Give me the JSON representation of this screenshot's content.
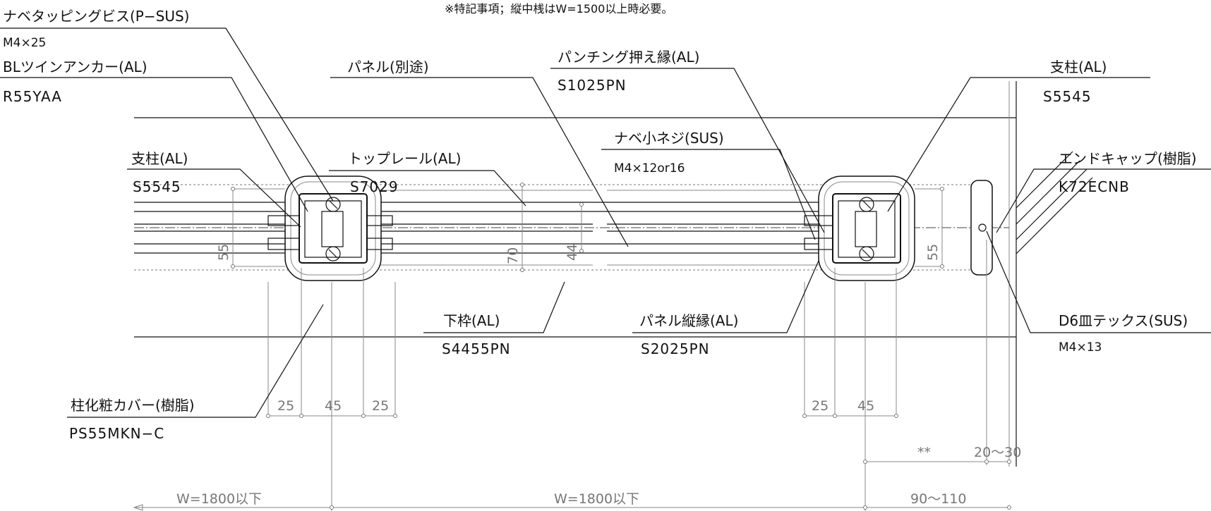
{
  "note": "※特記事項；縦中桟はW=1500以上時必要。",
  "callouts": {
    "nabe_tapping": {
      "name": "ナベタッピングビス(P−SUS)",
      "code": "M4×25"
    },
    "bl_anchor": {
      "name": "BLツインアンカー(AL)",
      "code": "R55YAA"
    },
    "panel": {
      "name": "パネル(別途)"
    },
    "punching": {
      "name": "パンチング押え縁(AL)",
      "code": "S1025PN"
    },
    "post_right": {
      "name": "支柱(AL)",
      "code": "S5545"
    },
    "post_left": {
      "name": "支柱(AL)",
      "code": "S5545"
    },
    "top_rail": {
      "name": "トップレール(AL)",
      "code": "S7029"
    },
    "nabe_screw": {
      "name": "ナベ小ネジ(SUS)",
      "code": "M4×12or16"
    },
    "end_cap": {
      "name": "エンドキャップ(樹脂)",
      "code": "K72ECNB"
    },
    "bottom_frame": {
      "name": "下枠(AL)",
      "code": "S4455PN"
    },
    "panel_vertical": {
      "name": "パネル縦縁(AL)",
      "code": "S2025PN"
    },
    "d6_tex": {
      "name": "D6皿テックス(SUS)",
      "code": "M4×13"
    },
    "post_cover": {
      "name": "柱化粧カバー(樹脂)",
      "code": "PS55MKN−C"
    }
  },
  "dimensions": {
    "left_post_height": "55",
    "right_post_height": "55",
    "top_rail_height": "70",
    "mid_height": "44",
    "left_25a": "25",
    "left_45": "45",
    "left_25b": "25",
    "right_25": "25",
    "right_45": "45",
    "double_star": "**",
    "end_gap": "20〜30",
    "w_left": "W=1800以下",
    "w_center": "W=1800以下",
    "end_offset": "90〜110"
  }
}
